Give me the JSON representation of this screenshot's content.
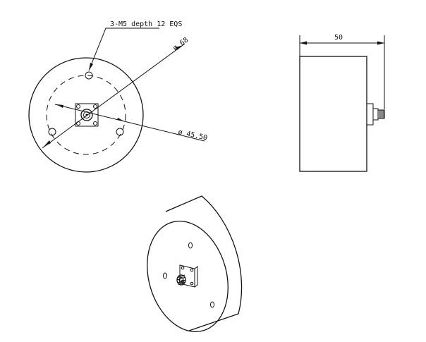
{
  "annotations": {
    "thread_note": "3-M5 depth 12 EQS",
    "outer_diameter": "ø 68",
    "bolt_circle": "ø 45.50",
    "length": "50"
  },
  "colors": {
    "line": "#111111",
    "background": "#ffffff"
  }
}
